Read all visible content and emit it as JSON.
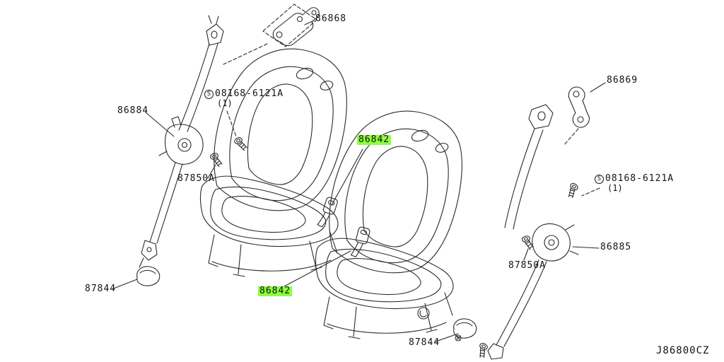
{
  "colors": {
    "highlight": "#8CFF3F",
    "line": "#2b2b2b",
    "text": "#111111"
  },
  "diagram_code": "J86800CZ",
  "labels": {
    "p86868": {
      "text": "86868"
    },
    "bolt_left": {
      "symbol": "S",
      "text": "08168-6121A",
      "qty": "(1)"
    },
    "p86884": {
      "text": "86884"
    },
    "p87850a_left": {
      "text": "87850A"
    },
    "p86842_upper": {
      "text": "86842",
      "highlighted": true
    },
    "p87844_left": {
      "text": "87844"
    },
    "p86842_lower": {
      "text": "86842",
      "highlighted": true
    },
    "p86869": {
      "text": "86869"
    },
    "bolt_right": {
      "symbol": "S",
      "text": "08168-6121A",
      "qty": "(1)"
    },
    "p86885": {
      "text": "86885"
    },
    "p87850a_right": {
      "text": "87850A"
    },
    "p87844_bottom": {
      "text": "87844"
    }
  }
}
